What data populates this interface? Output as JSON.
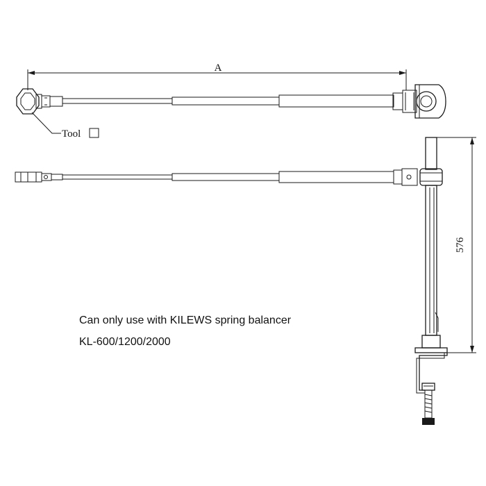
{
  "dimensions": {
    "top_arm_length": "A",
    "column_height": "576"
  },
  "callout": {
    "tool_label": "Tool"
  },
  "notes": {
    "line1": "Can only use with KILEWS spring balancer",
    "line2": "KL-600/1200/2000"
  }
}
